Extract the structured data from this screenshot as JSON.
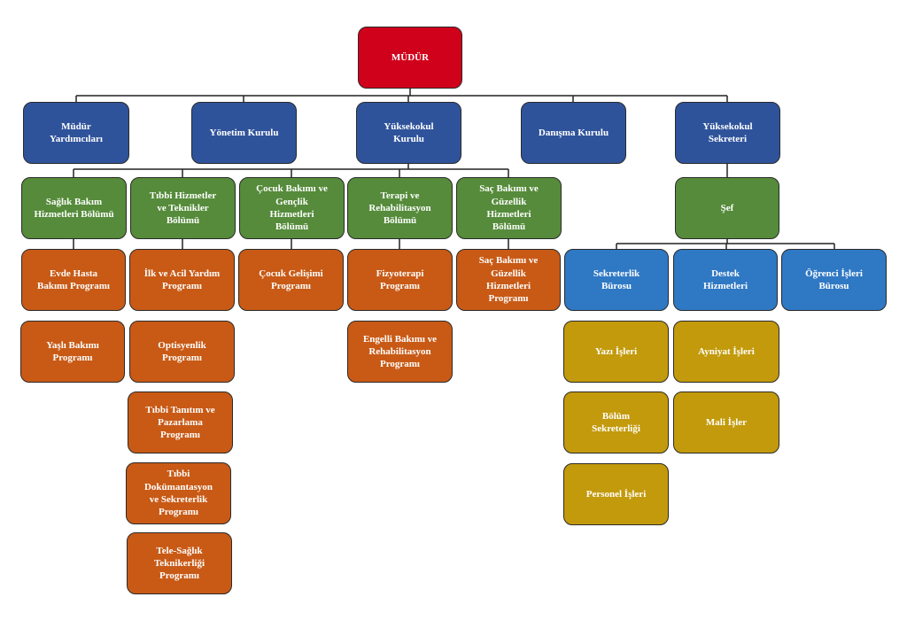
{
  "colors": {
    "red": "#d0021b",
    "navy": "#2f539b",
    "green": "#558b3a",
    "orange": "#c85a16",
    "blue": "#2f78c4",
    "gold": "#c39a0c"
  },
  "nodes": {
    "mudur": "MÜDÜR",
    "mudur_yardimcilari": "Müdür\nYardımcıları",
    "yonetim_kurulu": "Yönetim Kurulu",
    "yuksekokul_kurulu": "Yüksekokul\nKurulu",
    "danisma_kurulu": "Danışma Kurulu",
    "yuksekokul_sekreteri": "Yüksekokul\nSekreteri",
    "saglik_bakim": "Sağlık Bakım\nHizmetleri Bölümü",
    "tibbi_hizmetler": "Tıbbi Hizmetler\nve Teknikler\nBölümü",
    "cocuk_bakimi": "Çocuk Bakımı ve\nGençlik\nHizmetleri\nBölümü",
    "terapi": "Terapi ve\nRehabilitasyon\nBölümü",
    "sac_bakimi_bolum": "Saç Bakımı ve\nGüzellik\nHizmetleri\nBölümü",
    "sef": "Şef",
    "evde_hasta": "Evde Hasta\nBakımı Programı",
    "ilk_acil": "İlk ve Acil Yardım\nProgramı",
    "cocuk_gelisimi": "Çocuk Gelişimi\nProgramı",
    "fizyoterapi": "Fizyoterapi\nProgramı",
    "sac_bakimi_program": "Saç Bakımı ve\nGüzellik\nHizmetleri\nProgramı",
    "yasli_bakimi": "Yaşlı Bakımı\nProgramı",
    "optisyenlik": "Optisyenlik\nProgramı",
    "engelli_bakimi": "Engelli Bakımı ve\nRehabilitasyon\nProgramı",
    "tibbi_tanitim": "Tıbbi Tanıtım ve\nPazarlama\nProgramı",
    "tibbi_dokumantasyon": "Tıbbi\nDokümantasyon\nve Sekreterlik\nProgramı",
    "tele_saglik": "Tele-Sağlık\nTeknikerliği\nProgramı",
    "sekreterlik_burosu": "Sekreterlik\nBürosu",
    "destek_hizmetleri": "Destek\nHizmetleri",
    "ogrenci_isleri": "Öğrenci İşleri\nBürosu",
    "yazi_isleri": "Yazı İşleri",
    "ayniyat_isleri": "Ayniyat İşleri",
    "bolum_sekreterligi": "Bölüm\nSekreterliği",
    "mali_isler": "Mali İşler",
    "personel_isleri": "Personel İşleri"
  }
}
